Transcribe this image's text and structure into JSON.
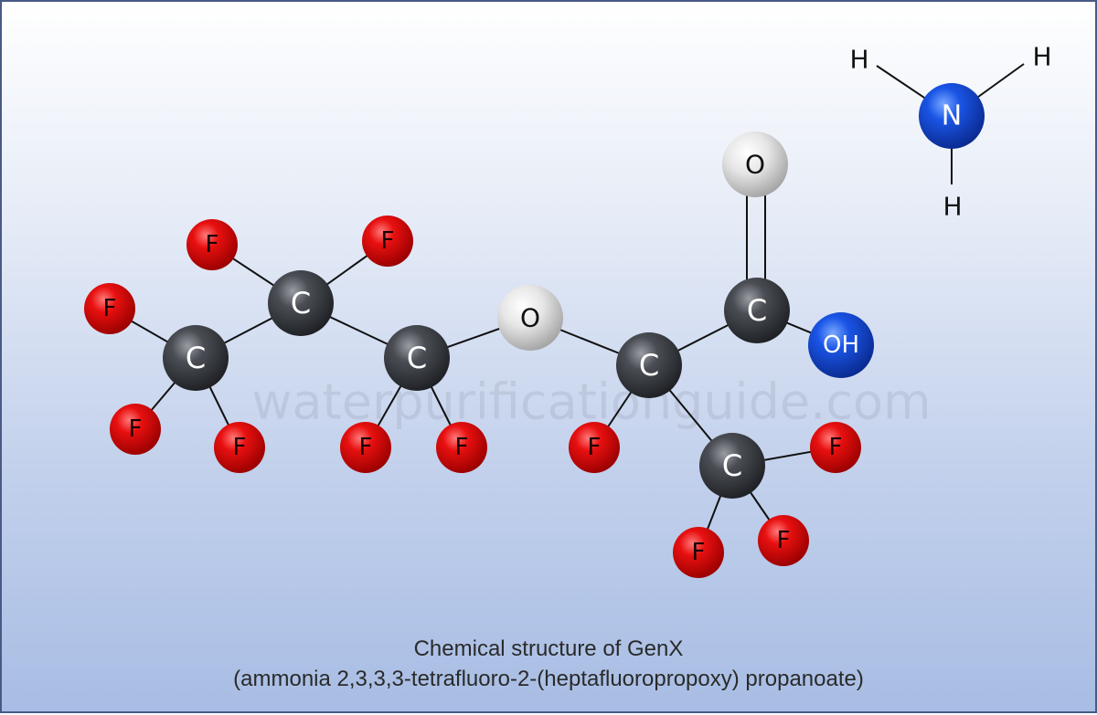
{
  "watermark": "waterpurificationguide.com",
  "caption": {
    "line1": "Chemical structure of GenX",
    "line2": "(ammonia 2,3,3,3-tetrafluoro-2-(heptafluoropropoxy) propanoate)"
  },
  "colors": {
    "carbon": "#3a3d42",
    "fluorine": "#e01010",
    "oxygen": "#e2e2e2",
    "hydroxyl": "#1447d6",
    "nitrogen": "#1550e0"
  },
  "labels": {
    "carbon": "C",
    "fluorine": "F",
    "oxygen": "O",
    "hydroxyl": "OH",
    "nitrogen": "N",
    "hydrogen": "H"
  }
}
